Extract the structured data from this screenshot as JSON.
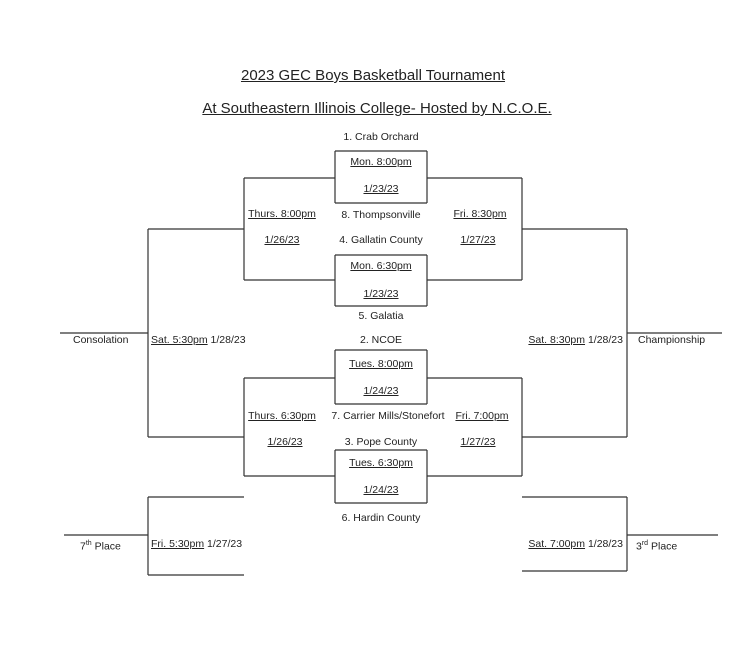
{
  "header": {
    "title": "2023 GEC Boys Basketball Tournament",
    "subtitle": "At Southeastern Illinois College- Hosted by N.C.O.E."
  },
  "teams": {
    "seed1": "1. Crab Orchard",
    "seed8": "8. Thompsonville",
    "seed4": "4. Gallatin County",
    "seed5": "5. Galatia",
    "seed2": "2. NCOE",
    "seed7": "7. Carrier Mills/Stonefort",
    "seed3": "3. Pope County",
    "seed6": "6. Hardin County"
  },
  "games": {
    "g1": {
      "time": "Mon. 8:00pm",
      "date": "1/23/23"
    },
    "g2": {
      "time": "Mon. 6:30pm",
      "date": "1/23/23"
    },
    "g3": {
      "time": "Tues. 8:00pm",
      "date": "1/24/23"
    },
    "g4": {
      "time": "Tues. 6:30pm",
      "date": "1/24/23"
    },
    "semi_top_left": {
      "time": "Thurs. 8:00pm",
      "date": "1/26/23"
    },
    "semi_top_right": {
      "time": "Fri. 8:30pm",
      "date": "1/27/23"
    },
    "semi_bot_left": {
      "time": "Thurs. 6:30pm",
      "date": "1/26/23"
    },
    "semi_bot_right": {
      "time": "Fri. 7:00pm",
      "date": "1/27/23"
    },
    "consolation": {
      "time": "Sat. 5:30pm",
      "date": "1/28/23"
    },
    "championship": {
      "time": "Sat. 8:30pm",
      "date": "1/28/23"
    },
    "seventh": {
      "time": "Fri. 5:30pm",
      "date": "1/27/23"
    },
    "third": {
      "time": "Sat. 7:00pm",
      "date": "1/28/23"
    }
  },
  "labels": {
    "consolation": "Consolation",
    "championship": "Championship",
    "seventh_num": "7",
    "seventh_sup": "th",
    "seventh_word": "Place",
    "third_num": "3",
    "third_sup": "rd",
    "third_word": "Place"
  }
}
